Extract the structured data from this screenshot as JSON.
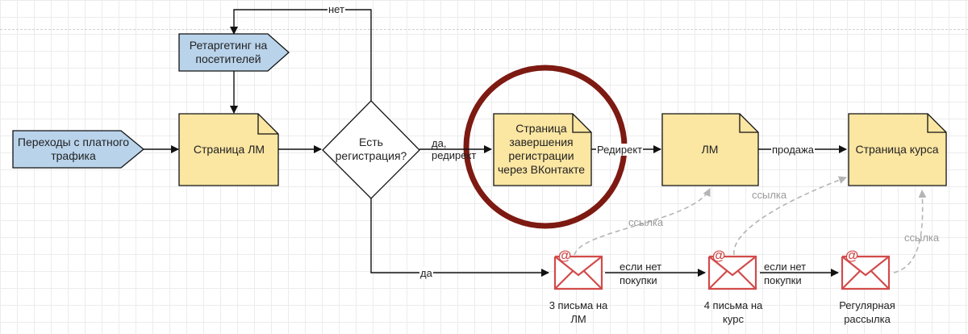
{
  "nodes": {
    "paid_traffic": "Переходы с платного трафика",
    "retargeting": "Ретаргетинг на посетителей",
    "lm_page": "Страница ЛМ",
    "registration_check": "Есть регистрация?",
    "vk_reg_page": "Страница завершения регистрации через ВКонтакте",
    "lm": "ЛМ",
    "course_page": "Страница курса"
  },
  "edges": {
    "no": "нет",
    "yes_redirect": "да, редирект",
    "redirect": "Редирект",
    "sale": "продажа",
    "yes": "да",
    "if_no_purchase_1": "если нет покупки",
    "if_no_purchase_2": "если нет покупки",
    "link_1": "ссылка",
    "link_2": "ссылка",
    "link_3": "ссылка"
  },
  "emails": {
    "e1": "3 письма на ЛМ",
    "e2": "4 письма на курс",
    "e3": "Регулярная рассылка"
  },
  "colors": {
    "doc_fill": "#fbe6a2",
    "tag_fill": "#b9d3eb",
    "mail_red": "#d24b4b",
    "highlight_ring": "#7d1a12",
    "dashed_link": "#b5b5b5"
  }
}
